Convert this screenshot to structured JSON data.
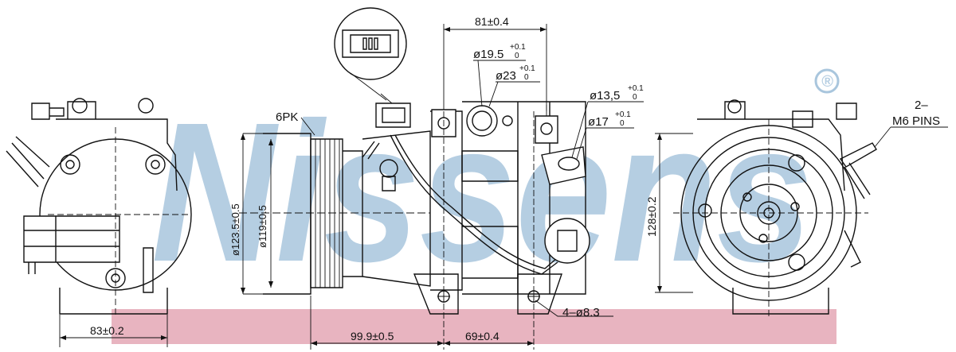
{
  "watermark": {
    "brand": "Nissens",
    "registered": "®",
    "color": "#a9c6dd"
  },
  "band_color": "#e8b4c0",
  "labels": {
    "belt": "6PK",
    "pins_1": "2–",
    "pins_2": "M6 PINS",
    "holes": "4–ø8.3"
  },
  "dimensions": {
    "top_width": "81±0.4",
    "port_small_main": "ø19.5",
    "port_small_tol": "+0.1",
    "port_small_tol2": "0",
    "port_large_main": "ø23",
    "port_large_tol": "+0.1",
    "port_large_tol2": "0",
    "port_r1_main": "ø13,5",
    "port_r1_tol": "+0.1",
    "port_r1_tol2": "0",
    "port_r2_main": "ø17",
    "port_r2_tol": "+0.1",
    "port_r2_tol2": "0",
    "dia_outer": "ø123.5±0.5",
    "dia_inner": "ø119±0.5",
    "height_right": "128±0.2",
    "bottom_left": "83±0.2",
    "bottom_mid": "99.9±0.5",
    "bottom_right": "69±0.4"
  }
}
